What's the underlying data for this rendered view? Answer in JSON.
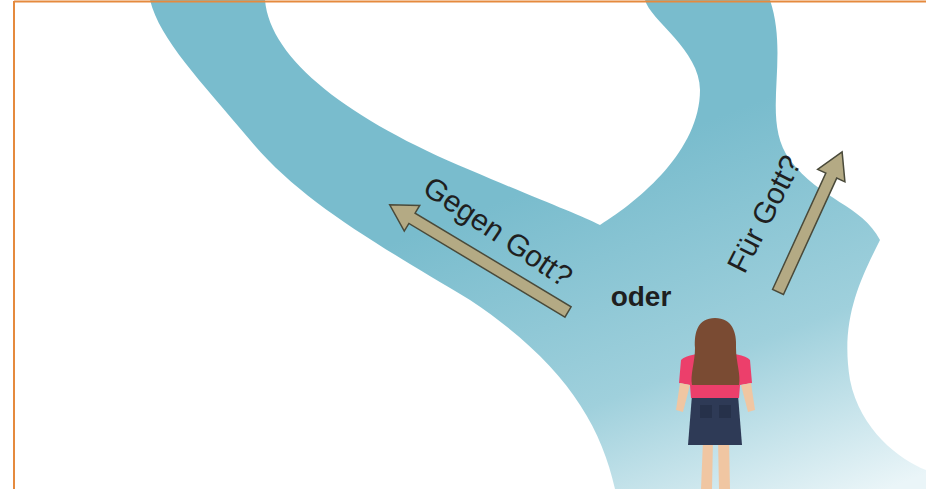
{
  "diagram": {
    "labels": [
      "Gegen Gott?",
      "oder",
      "Für Gott?"
    ]
  }
}
